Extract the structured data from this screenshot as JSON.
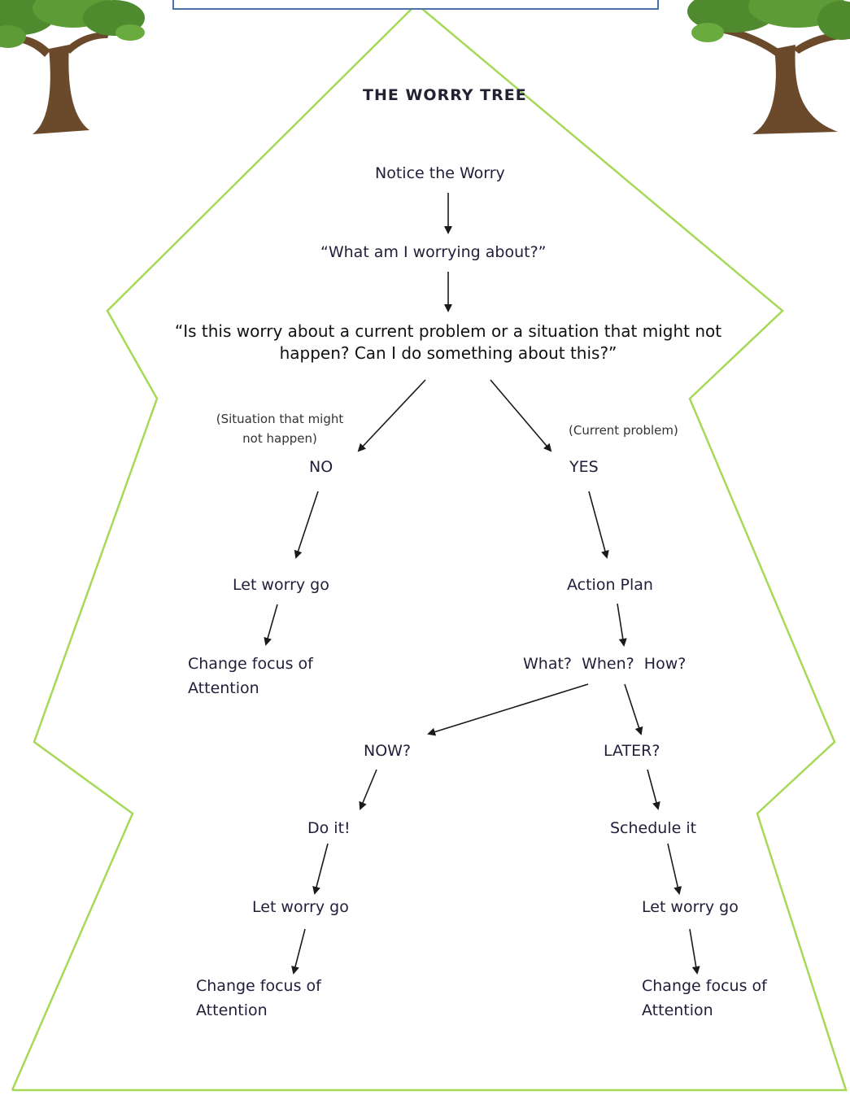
{
  "title": "THE WORRY TREE",
  "nodes": {
    "notice": "Notice the Worry",
    "what_worrying": "“What am I worrying about?”",
    "is_this": "“Is this worry about a current problem or a situation that might not happen? Can I do something about this?”",
    "no_note": "(Situation that might not happen)",
    "no": "NO",
    "yes_note": "(Current problem)",
    "yes": "YES",
    "let_go_1": "Let worry go",
    "change_focus_1": "Change focus of Attention",
    "action_plan": "Action Plan",
    "what_when_how": "What?  When?  How?",
    "now": "NOW?",
    "later": "LATER?",
    "do_it": "Do it!",
    "schedule_it": "Schedule it",
    "let_go_2": "Let worry go",
    "let_go_3": "Let worry go",
    "change_focus_2": "Change focus of Attention",
    "change_focus_3": "Change focus of Attention"
  },
  "colors": {
    "tree_outline": "#a6d957",
    "arrow": "#1a1a1a",
    "text": "#1f1f3a",
    "box_border": "#4a73a8",
    "trunk": "#6b4a2b",
    "foliage": "#4f8a2e"
  }
}
